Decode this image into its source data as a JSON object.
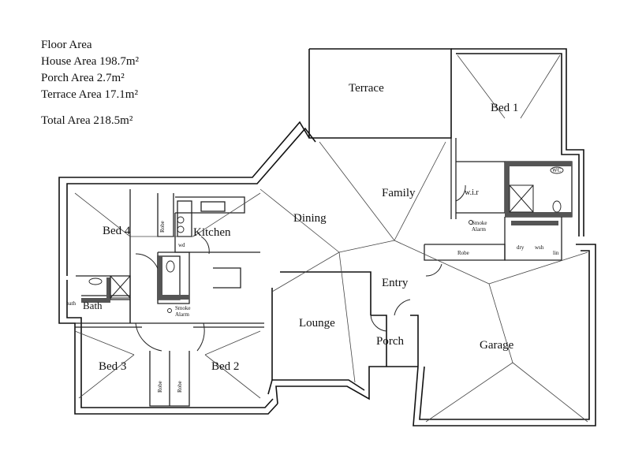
{
  "floor_area": {
    "title": "Floor Area",
    "house_area": "House Area 198.7m²",
    "porch_area": "Porch Area 2.7m²",
    "terrace_area": "Terrace Area 17.1m²",
    "total_area": "Total Area 218.5m²"
  },
  "rooms": {
    "terrace": "Terrace",
    "bed1": "Bed 1",
    "family": "Family",
    "dining": "Dining",
    "bed4": "Bed 4",
    "kitchen": "Kitchen",
    "entry": "Entry",
    "lounge": "Lounge",
    "porch": "Porch",
    "garage": "Garage",
    "bed3": "Bed 3",
    "bed2": "Bed 2",
    "bath": "Bath",
    "wir": "w.i.r"
  },
  "fixtures": {
    "robe": "Robe",
    "smoke_alarm_word1": "Smoke",
    "smoke_alarm_word2": "Alarm",
    "linen": "lin",
    "dryer": "dry",
    "wash": "wsh",
    "wc": "WC",
    "bath_short": "bath",
    "kitchen_wall": "wd"
  }
}
